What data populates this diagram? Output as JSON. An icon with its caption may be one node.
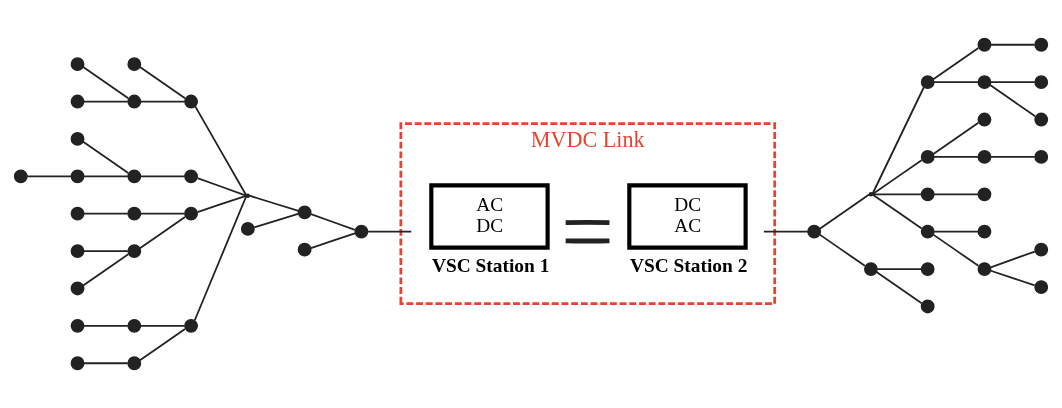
{
  "diagram": {
    "nodes": [
      {
        "text": [
          "MVDC Link"
        ]
      },
      {
        "text": [
          "AC",
          "DC"
        ],
        "beside": [
          "VSC Station 1"
        ],
        "in": 0
      },
      {
        "text": [
          "DC",
          "AC"
        ],
        "beside": [
          "VSC Station 2"
        ],
        "in": 0
      },
      {
        "text": [],
        "shape": "junction"
      },
      {
        "text": [],
        "shape": "circle"
      },
      {
        "text": [],
        "shape": "circle"
      },
      {
        "text": [],
        "shape": "circle"
      },
      {
        "text": [],
        "shape": "circle"
      },
      {
        "text": [],
        "shape": "circle"
      },
      {
        "text": [],
        "shape": "circle"
      },
      {
        "text": [],
        "shape": "circle"
      },
      {
        "text": [],
        "shape": "circle"
      },
      {
        "text": [],
        "shape": "circle"
      },
      {
        "text": [],
        "shape": "circle"
      },
      {
        "text": [],
        "shape": "circle"
      },
      {
        "text": [],
        "shape": "circle"
      },
      {
        "text": [],
        "shape": "circle"
      },
      {
        "text": [],
        "shape": "circle"
      },
      {
        "text": [],
        "shape": "circle"
      },
      {
        "text": [],
        "shape": "circle"
      },
      {
        "text": [],
        "shape": "circle"
      },
      {
        "text": [],
        "shape": "circle"
      },
      {
        "text": [],
        "shape": "circle"
      },
      {
        "text": [],
        "shape": "circle"
      },
      {
        "text": [],
        "shape": "circle"
      },
      {
        "text": [],
        "shape": "circle"
      },
      {
        "text": [],
        "shape": "circle"
      },
      {
        "text": [],
        "shape": "circle"
      },
      {
        "text": [],
        "shape": "circle"
      },
      {
        "text": [],
        "shape": "junction"
      },
      {
        "text": [],
        "shape": "circle"
      },
      {
        "text": [],
        "shape": "circle"
      },
      {
        "text": [],
        "shape": "circle"
      },
      {
        "text": [],
        "shape": "circle"
      },
      {
        "text": [],
        "shape": "circle"
      },
      {
        "text": [],
        "shape": "circle"
      },
      {
        "text": [],
        "shape": "circle"
      },
      {
        "text": [],
        "shape": "circle"
      },
      {
        "text": [],
        "shape": "circle"
      },
      {
        "text": [],
        "shape": "circle"
      },
      {
        "text": [],
        "shape": "circle"
      },
      {
        "text": [],
        "shape": "circle"
      },
      {
        "text": [],
        "shape": "circle"
      },
      {
        "text": [],
        "shape": "circle"
      },
      {
        "text": [],
        "shape": "circle"
      },
      {
        "text": [],
        "shape": "circle"
      },
      {
        "text": [],
        "shape": "circle"
      },
      {
        "text": [],
        "shape": "circle"
      },
      {
        "text": [],
        "shape": "circle"
      },
      {
        "text": [],
        "shape": "circle"
      },
      {
        "text": [],
        "shape": "circle"
      }
    ],
    "edges": [
      {
        "from": 5,
        "to": 4,
        "arrow": "none"
      },
      {
        "from": 7,
        "to": 6,
        "arrow": "none"
      },
      {
        "from": 8,
        "to": 6,
        "arrow": "none"
      },
      {
        "from": 6,
        "to": 4,
        "arrow": "none"
      },
      {
        "from": 4,
        "to": 3,
        "arrow": "none"
      },
      {
        "from": 13,
        "to": 12,
        "arrow": "none"
      },
      {
        "from": 12,
        "to": 10,
        "arrow": "none"
      },
      {
        "from": 11,
        "to": 10,
        "arrow": "none"
      },
      {
        "from": 10,
        "to": 9,
        "arrow": "none"
      },
      {
        "from": 9,
        "to": 3,
        "arrow": "none"
      },
      {
        "from": 3,
        "to": 14,
        "arrow": "none"
      },
      {
        "from": 15,
        "to": 14,
        "arrow": "none"
      },
      {
        "from": 14,
        "to": 16,
        "arrow": "none"
      },
      {
        "from": 17,
        "to": 16,
        "arrow": "none"
      },
      {
        "from": 16,
        "to": 1,
        "arrow": "none"
      },
      {
        "from": 20,
        "to": 19,
        "arrow": "none"
      },
      {
        "from": 19,
        "to": 18,
        "arrow": "none"
      },
      {
        "from": 22,
        "to": 21,
        "arrow": "none"
      },
      {
        "from": 23,
        "to": 21,
        "arrow": "none"
      },
      {
        "from": 21,
        "to": 18,
        "arrow": "none"
      },
      {
        "from": 18,
        "to": 3,
        "arrow": "none"
      },
      {
        "from": 28,
        "to": 27,
        "arrow": "none"
      },
      {
        "from": 27,
        "to": 24,
        "arrow": "none"
      },
      {
        "from": 26,
        "to": 25,
        "arrow": "none"
      },
      {
        "from": 25,
        "to": 24,
        "arrow": "none"
      },
      {
        "from": 24,
        "to": 3,
        "arrow": "none"
      },
      {
        "from": 1,
        "to": 2,
        "arrow": "none",
        "style": "thick"
      },
      {
        "from": 1,
        "to": 2,
        "arrow": "none",
        "style": "thick"
      },
      {
        "from": 2,
        "to": 30,
        "arrow": "none"
      },
      {
        "from": 30,
        "to": 31,
        "arrow": "none"
      },
      {
        "from": 31,
        "to": 32,
        "arrow": "none"
      },
      {
        "from": 31,
        "to": 33,
        "arrow": "none"
      },
      {
        "from": 30,
        "to": 29,
        "arrow": "none"
      },
      {
        "from": 29,
        "to": 34,
        "arrow": "none"
      },
      {
        "from": 34,
        "to": 35,
        "arrow": "none"
      },
      {
        "from": 35,
        "to": 36,
        "arrow": "none"
      },
      {
        "from": 34,
        "to": 37,
        "arrow": "none"
      },
      {
        "from": 37,
        "to": 38,
        "arrow": "none"
      },
      {
        "from": 37,
        "to": 39,
        "arrow": "none"
      },
      {
        "from": 29,
        "to": 40,
        "arrow": "none"
      },
      {
        "from": 40,
        "to": 41,
        "arrow": "none"
      },
      {
        "from": 40,
        "to": 42,
        "arrow": "none"
      },
      {
        "from": 42,
        "to": 43,
        "arrow": "none"
      },
      {
        "from": 29,
        "to": 44,
        "arrow": "none"
      },
      {
        "from": 44,
        "to": 45,
        "arrow": "none"
      },
      {
        "from": 29,
        "to": 46,
        "arrow": "none"
      },
      {
        "from": 46,
        "to": 47,
        "arrow": "none"
      },
      {
        "from": 46,
        "to": 48,
        "arrow": "none"
      },
      {
        "from": 48,
        "to": 49,
        "arrow": "none"
      },
      {
        "from": 48,
        "to": 50,
        "arrow": "none"
      }
    ]
  }
}
